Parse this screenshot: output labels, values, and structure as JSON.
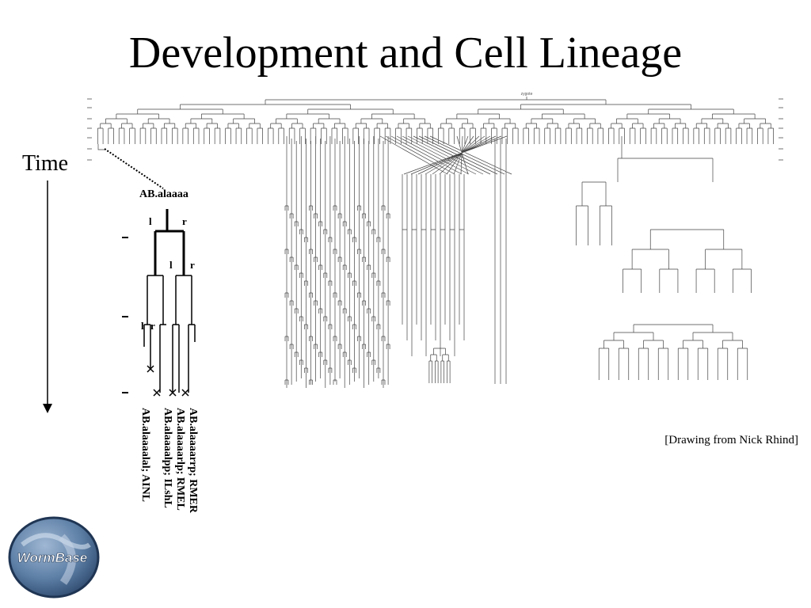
{
  "slide": {
    "title": "Development and Cell Lineage"
  },
  "time_axis": {
    "label": "Time"
  },
  "lineage_tree": {
    "root_label": "zygote"
  },
  "zoom_panel": {
    "title": "AB.alaaaa",
    "branch_labels": [
      {
        "left": "l",
        "right": "r"
      },
      {
        "left": "l",
        "right": "r"
      },
      {
        "left": "l",
        "right": "r"
      }
    ],
    "cell_names": [
      "AB.alaaaarrp; RMER",
      "AB.alaaaarlp; RMEL",
      "AB.alaaaalpp; ILshL",
      "AB.alaaaalal; AINL"
    ]
  },
  "credit": "[Drawing from Nick Rhind]",
  "logo": {
    "text": "WormBase",
    "icon": "wormbase-globe-logo"
  }
}
